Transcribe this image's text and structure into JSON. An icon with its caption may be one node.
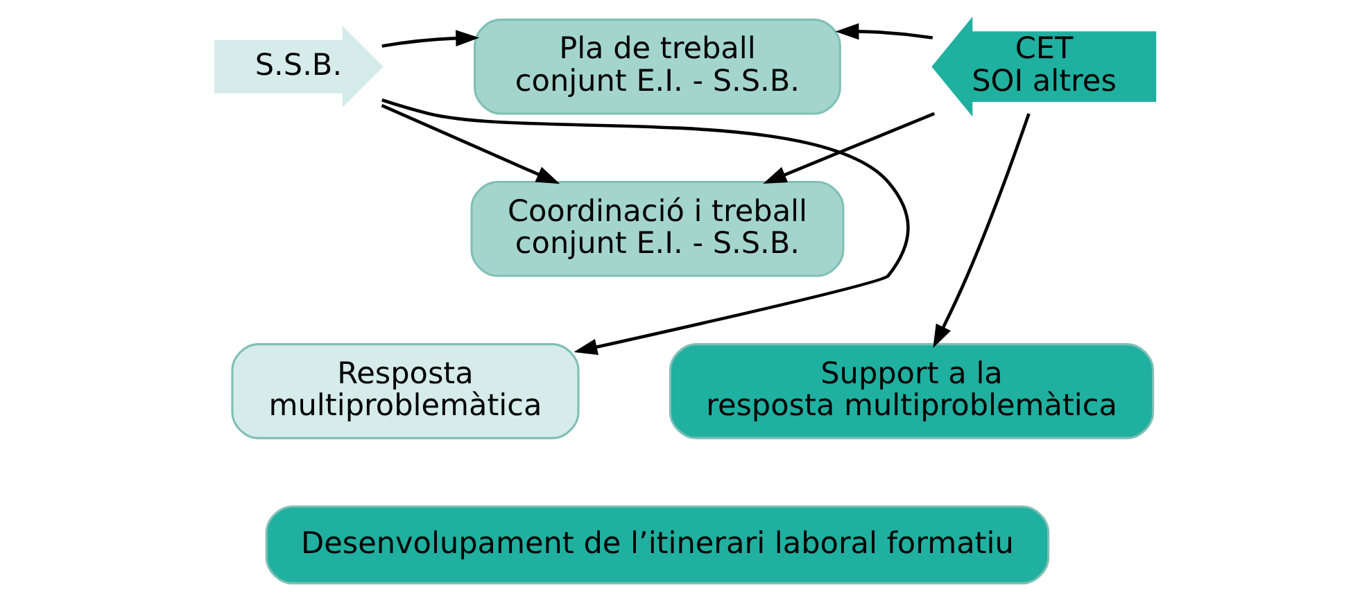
{
  "diagram": {
    "nodes": [
      {
        "text": [
          "S.S.B."
        ]
      },
      {
        "text": [
          "Pla de treball conjunt E.I. - S.S.B."
        ]
      },
      {
        "text": [
          "CET SOI altres"
        ]
      },
      {
        "text": [
          "Coordinació i treball conjunt E.I. - S.S.B."
        ]
      },
      {
        "text": [
          "Resposta multiproblemàtica"
        ]
      },
      {
        "text": [
          "Support a la resposta multiproblemàtica"
        ]
      },
      {
        "text": [
          "Desenvolupament de l’itinerari laboral formatiu"
        ]
      }
    ],
    "edges": [
      {
        "from": 0,
        "to": 1,
        "arrow": "to"
      },
      {
        "from": 0,
        "to": 3,
        "arrow": "to"
      },
      {
        "from": 0,
        "to": 4,
        "arrow": "to"
      },
      {
        "from": 2,
        "to": 1,
        "arrow": "to"
      },
      {
        "from": 2,
        "to": 3,
        "arrow": "to"
      },
      {
        "from": 2,
        "to": 5,
        "arrow": "to"
      }
    ]
  }
}
